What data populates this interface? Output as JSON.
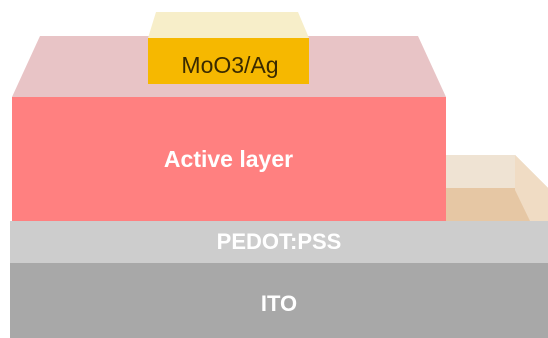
{
  "diagram": {
    "layers": [
      {
        "id": "moo3",
        "label": "MoO3/Ag",
        "color": "#f4b400"
      },
      {
        "id": "active",
        "label": "Active layer",
        "color": "#ff7f7f"
      },
      {
        "id": "pedot",
        "label": "PEDOT:PSS",
        "color": "#c8c8c8"
      },
      {
        "id": "ito",
        "label": "ITO",
        "color": "#a8a8a8"
      }
    ],
    "side_layer_color": "#e8c9a6"
  }
}
